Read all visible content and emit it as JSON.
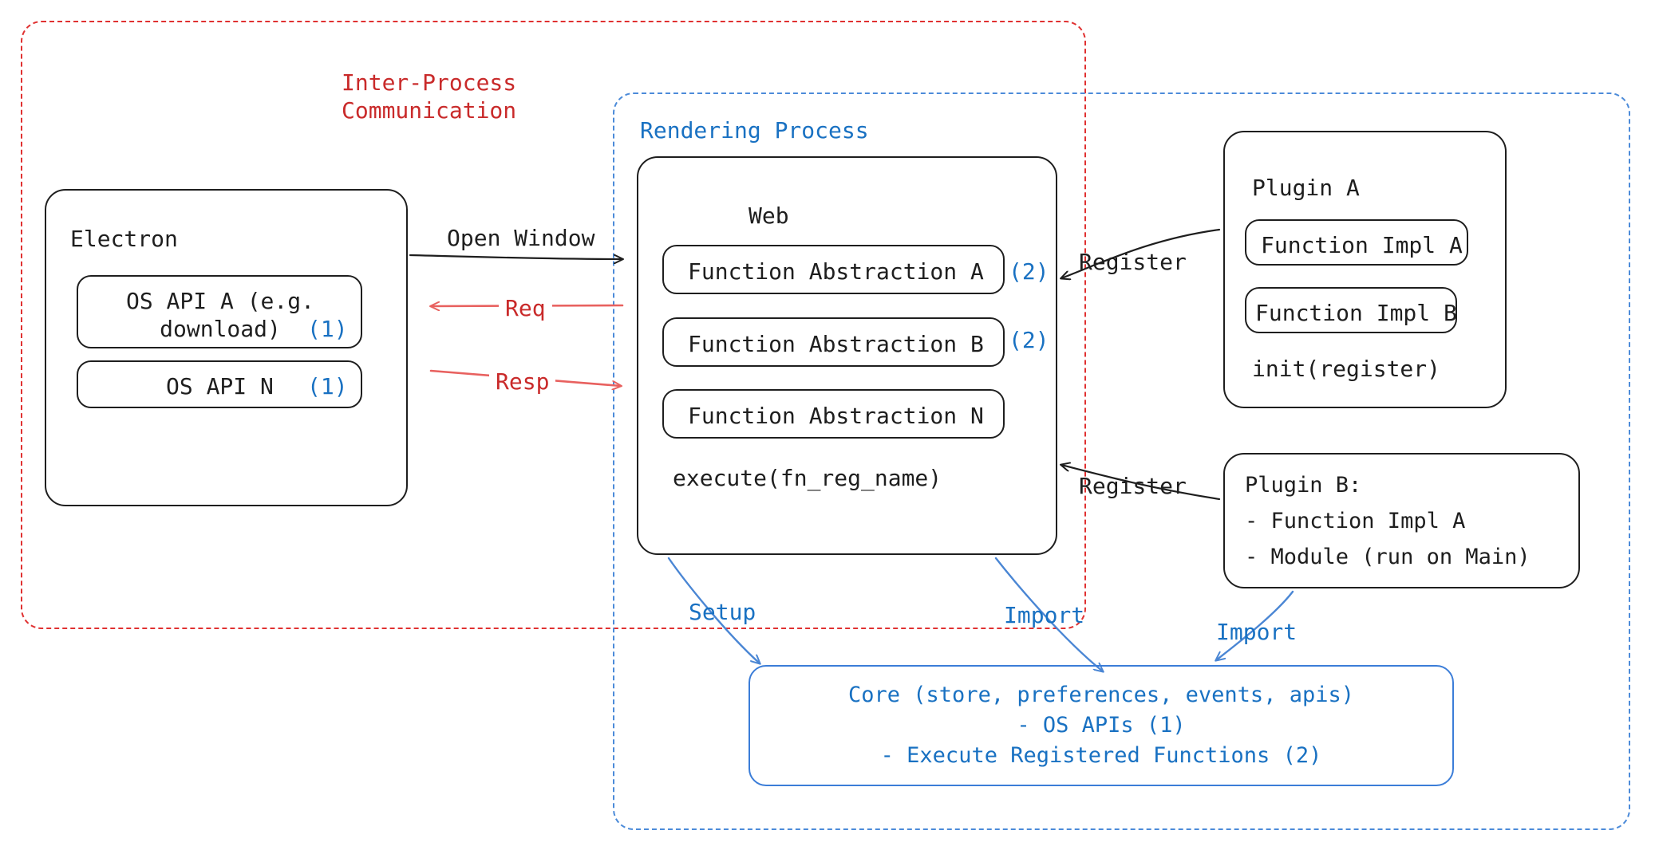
{
  "diagram": {
    "title_region": {
      "ipc_label": "Inter-Process\nCommunication",
      "rendering_process_label": "Rendering Process"
    },
    "colors": {
      "ipc_red": "#c92a2a",
      "ipc_border_red": "#e03131",
      "process_blue": "#1971c2",
      "process_border_blue": "#4c8bd9",
      "core_blue": "#3b7dd8",
      "stroke_black": "#1e1e1e",
      "arrow_red": "#e8615f"
    },
    "electron": {
      "title": "Electron",
      "apis": [
        {
          "name": "OS API A (e.g.\ndownload)",
          "tag": "(1)"
        },
        {
          "name": "OS API N",
          "tag": "(1)"
        }
      ]
    },
    "web": {
      "title": "Web",
      "abstractions": [
        {
          "name": "Function Abstraction A",
          "tag": "(2)"
        },
        {
          "name": "Function Abstraction B",
          "tag": "(2)"
        },
        {
          "name": "Function Abstraction N",
          "tag": ""
        }
      ],
      "execute": "execute(fn_reg_name)"
    },
    "plugin_a": {
      "title": "Plugin A",
      "impls": [
        "Function Impl A",
        "Function Impl B"
      ],
      "init": "init(register)"
    },
    "plugin_b": {
      "lines": [
        "Plugin B:",
        "- Function Impl A",
        "- Module (run on Main)"
      ]
    },
    "core": {
      "lines": [
        "Core (store, preferences, events, apis)",
        "- OS APIs (1)",
        "- Execute Registered Functions (2)"
      ]
    },
    "arrows": {
      "open_window": "Open Window",
      "req": "Req",
      "resp": "Resp",
      "register_a": "Register",
      "register_b": "Register",
      "setup": "Setup",
      "import_web": "Import",
      "import_plugin_b": "Import"
    }
  }
}
